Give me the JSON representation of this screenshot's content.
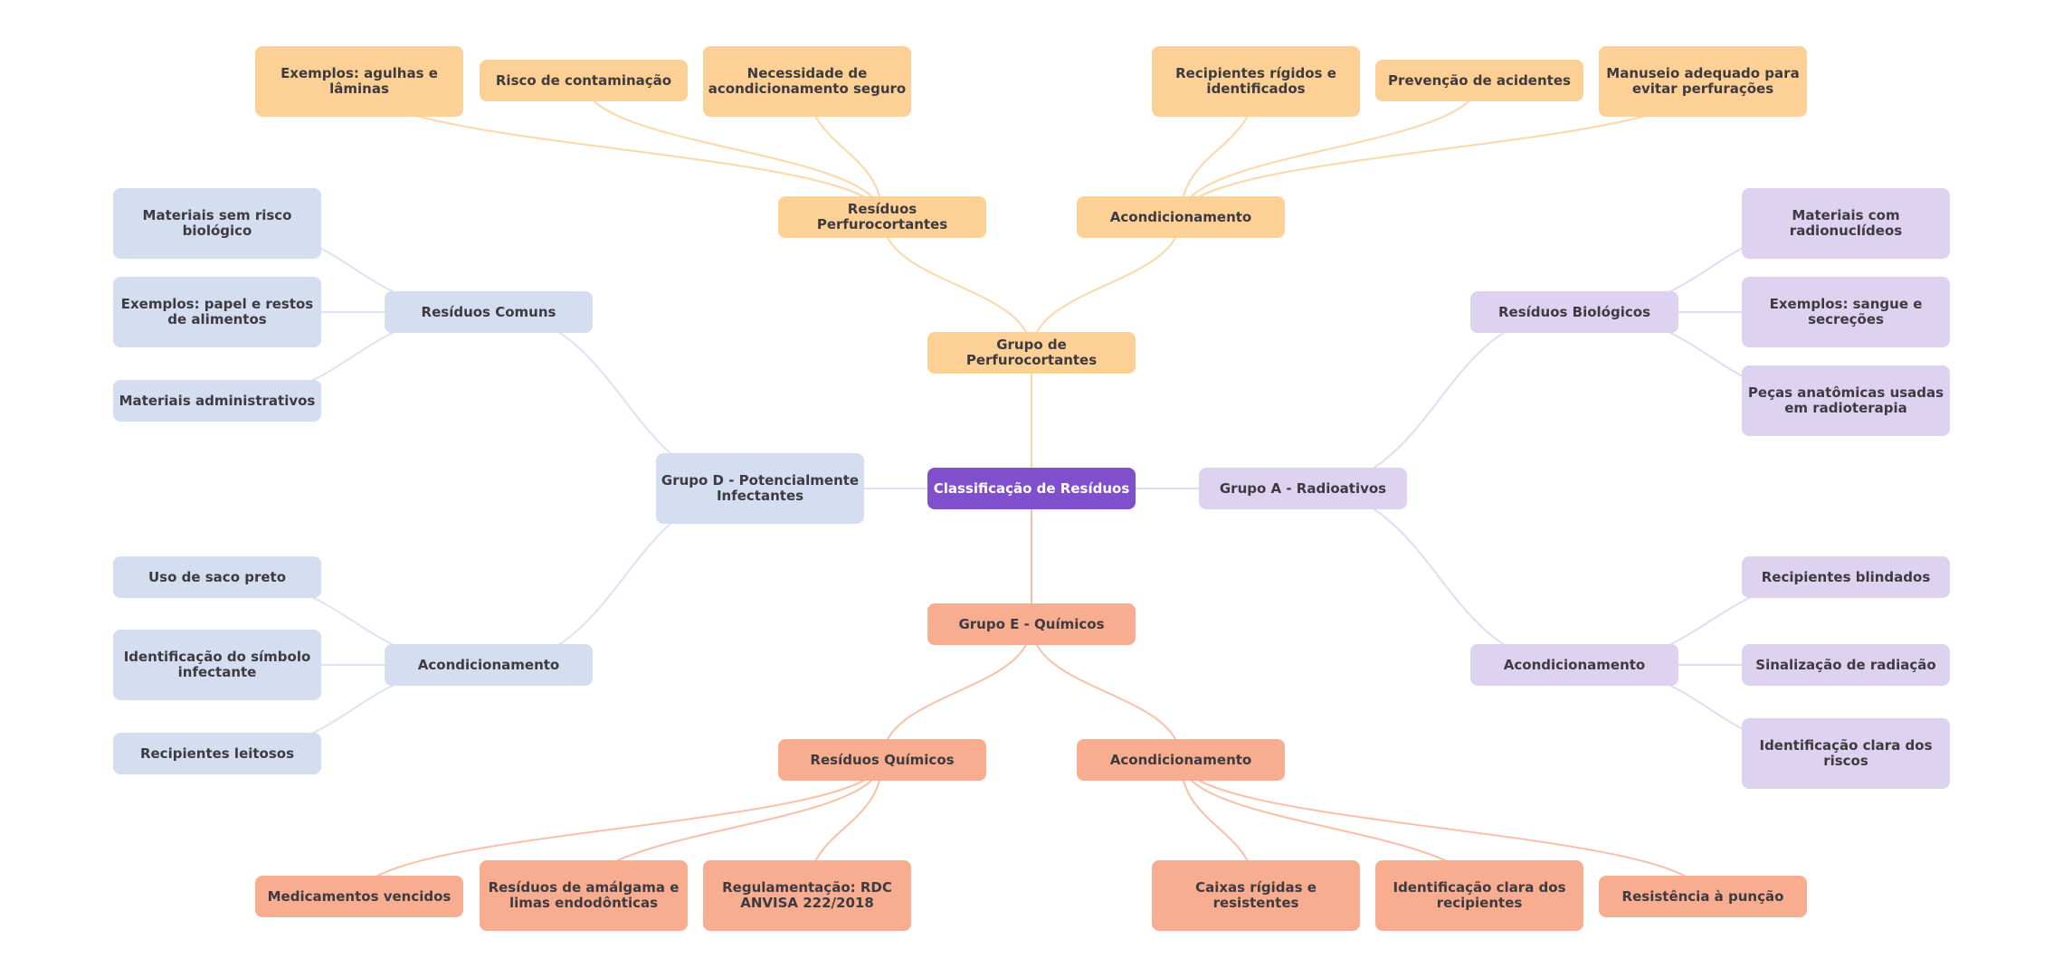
{
  "title": "Classificação de Resíduos",
  "colors": {
    "root": "#7f4fcc",
    "perfuro": "#fdd195",
    "perfuro_line": "#fcd7a8",
    "quimicos": "#f9ad90",
    "quimicos_line": "#f8c0a8",
    "grupoD": "#d5ddf1",
    "grupoD_line": "#dde3f3",
    "grupoA": "#ddd3f0",
    "grupoA_line": "#e3dbf4",
    "text": "#3d3a40"
  },
  "nodes": [
    {
      "id": "root",
      "label": "Classificação de Resíduos",
      "branch": "root",
      "level": 0
    },
    {
      "id": "perf",
      "label": "Grupo de Perfurocortantes",
      "branch": "perfuro",
      "level": 1,
      "parent": "root"
    },
    {
      "id": "perf_res",
      "label": "Resíduos Perfurocortantes",
      "branch": "perfuro",
      "level": 2,
      "parent": "perf"
    },
    {
      "id": "perf_res_1",
      "label": "Exemplos: agulhas e lâminas",
      "branch": "perfuro",
      "level": 3,
      "parent": "perf_res"
    },
    {
      "id": "perf_res_2",
      "label": "Risco de contaminação",
      "branch": "perfuro",
      "level": 3,
      "parent": "perf_res"
    },
    {
      "id": "perf_res_3",
      "label": "Necessidade de acondicionamento seguro",
      "branch": "perfuro",
      "level": 3,
      "parent": "perf_res"
    },
    {
      "id": "perf_ac",
      "label": "Acondicionamento",
      "branch": "perfuro",
      "level": 2,
      "parent": "perf"
    },
    {
      "id": "perf_ac_1",
      "label": "Recipientes rígidos e identificados",
      "branch": "perfuro",
      "level": 3,
      "parent": "perf_ac"
    },
    {
      "id": "perf_ac_2",
      "label": "Prevenção de acidentes",
      "branch": "perfuro",
      "level": 3,
      "parent": "perf_ac"
    },
    {
      "id": "perf_ac_3",
      "label": "Manuseio adequado para evitar perfurações",
      "branch": "perfuro",
      "level": 3,
      "parent": "perf_ac"
    },
    {
      "id": "gd",
      "label": "Grupo D - Potencialmente Infectantes",
      "branch": "grupoD",
      "level": 1,
      "parent": "root"
    },
    {
      "id": "gd_com",
      "label": "Resíduos Comuns",
      "branch": "grupoD",
      "level": 2,
      "parent": "gd"
    },
    {
      "id": "gd_com_1",
      "label": "Materiais sem risco biológico",
      "branch": "grupoD",
      "level": 3,
      "parent": "gd_com"
    },
    {
      "id": "gd_com_2",
      "label": "Exemplos: papel e restos de alimentos",
      "branch": "grupoD",
      "level": 3,
      "parent": "gd_com"
    },
    {
      "id": "gd_com_3",
      "label": "Materiais administrativos",
      "branch": "grupoD",
      "level": 3,
      "parent": "gd_com"
    },
    {
      "id": "gd_ac",
      "label": "Acondicionamento",
      "branch": "grupoD",
      "level": 2,
      "parent": "gd"
    },
    {
      "id": "gd_ac_1",
      "label": "Uso de saco preto",
      "branch": "grupoD",
      "level": 3,
      "parent": "gd_ac"
    },
    {
      "id": "gd_ac_2",
      "label": "Identificação do símbolo infectante",
      "branch": "grupoD",
      "level": 3,
      "parent": "gd_ac"
    },
    {
      "id": "gd_ac_3",
      "label": "Recipientes leitosos",
      "branch": "grupoD",
      "level": 3,
      "parent": "gd_ac"
    },
    {
      "id": "ga",
      "label": "Grupo A - Radioativos",
      "branch": "grupoA",
      "level": 1,
      "parent": "root"
    },
    {
      "id": "ga_bio",
      "label": "Resíduos Biológicos",
      "branch": "grupoA",
      "level": 2,
      "parent": "ga"
    },
    {
      "id": "ga_bio_1",
      "label": "Materiais com radionuclídeos",
      "branch": "grupoA",
      "level": 3,
      "parent": "ga_bio"
    },
    {
      "id": "ga_bio_2",
      "label": "Exemplos: sangue e secreções",
      "branch": "grupoA",
      "level": 3,
      "parent": "ga_bio"
    },
    {
      "id": "ga_bio_3",
      "label": "Peças anatômicas usadas em radioterapia",
      "branch": "grupoA",
      "level": 3,
      "parent": "ga_bio"
    },
    {
      "id": "ga_ac",
      "label": "Acondicionamento",
      "branch": "grupoA",
      "level": 2,
      "parent": "ga"
    },
    {
      "id": "ga_ac_1",
      "label": "Recipientes blindados",
      "branch": "grupoA",
      "level": 3,
      "parent": "ga_ac"
    },
    {
      "id": "ga_ac_2",
      "label": "Sinalização de radiação",
      "branch": "grupoA",
      "level": 3,
      "parent": "ga_ac"
    },
    {
      "id": "ga_ac_3",
      "label": "Identificação clara dos riscos",
      "branch": "grupoA",
      "level": 3,
      "parent": "ga_ac"
    },
    {
      "id": "ge",
      "label": "Grupo E - Químicos",
      "branch": "quimicos",
      "level": 1,
      "parent": "root"
    },
    {
      "id": "ge_q",
      "label": "Resíduos Químicos",
      "branch": "quimicos",
      "level": 2,
      "parent": "ge"
    },
    {
      "id": "ge_q_1",
      "label": "Medicamentos vencidos",
      "branch": "quimicos",
      "level": 3,
      "parent": "ge_q"
    },
    {
      "id": "ge_q_2",
      "label": "Resíduos de amálgama e limas endodônticas",
      "branch": "quimicos",
      "level": 3,
      "parent": "ge_q"
    },
    {
      "id": "ge_q_3",
      "label": "Regulamentação: RDC ANVISA 222/2018",
      "branch": "quimicos",
      "level": 3,
      "parent": "ge_q"
    },
    {
      "id": "ge_ac",
      "label": "Acondicionamento",
      "branch": "quimicos",
      "level": 2,
      "parent": "ge"
    },
    {
      "id": "ge_ac_1",
      "label": "Caixas rígidas e resistentes",
      "branch": "quimicos",
      "level": 3,
      "parent": "ge_ac"
    },
    {
      "id": "ge_ac_2",
      "label": "Identificação clara dos recipientes",
      "branch": "quimicos",
      "level": 3,
      "parent": "ge_ac"
    },
    {
      "id": "ge_ac_3",
      "label": "Resistência à punção",
      "branch": "quimicos",
      "level": 3,
      "parent": "ge_ac"
    }
  ]
}
